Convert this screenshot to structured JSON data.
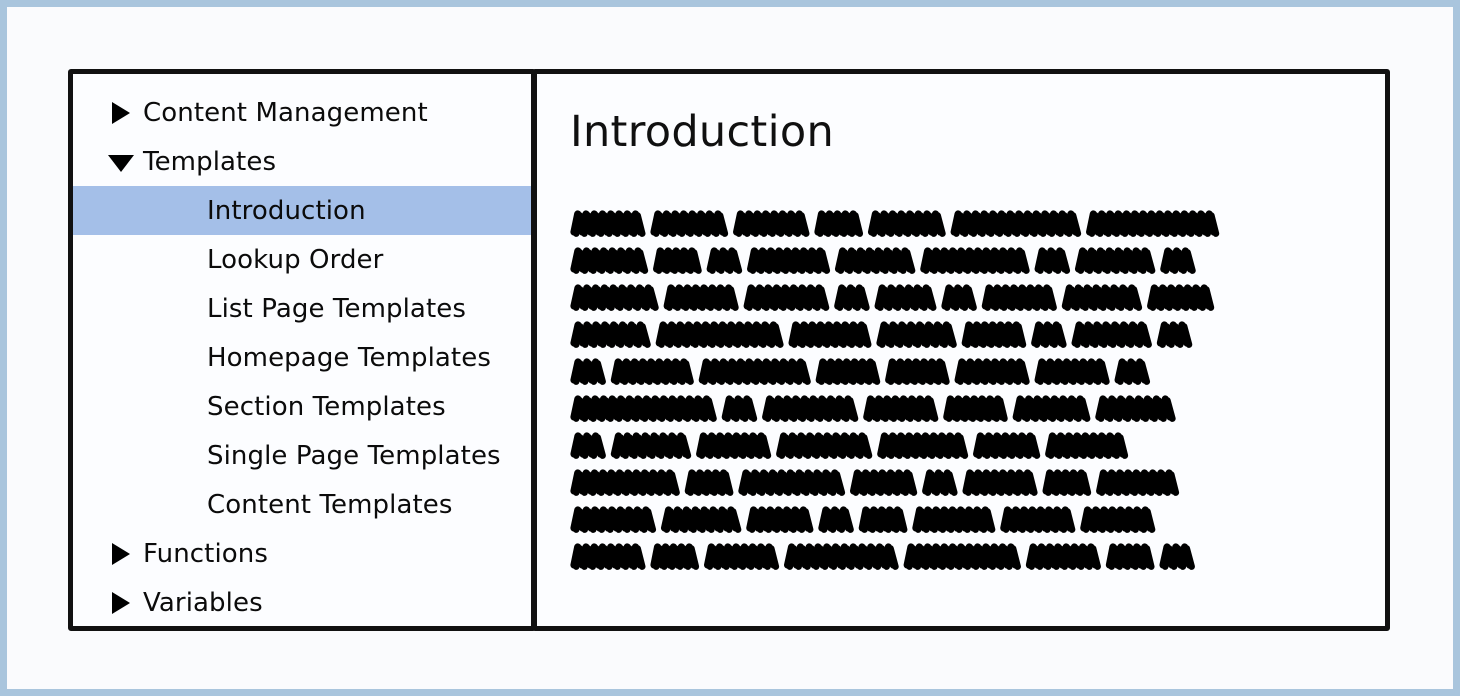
{
  "page": {
    "background_color": "#fafbfd",
    "frame_border_color": "#a9c5dd",
    "panel_border_color": "#111111",
    "selection_color": "#a4bfe8",
    "ink_color": "#000000"
  },
  "sidebar": {
    "name": "documentation-navigation-tree",
    "items": [
      {
        "label": "Content Management",
        "level": 0,
        "disclosure": "triangle-right-icon",
        "expanded": false,
        "selected": false
      },
      {
        "label": "Templates",
        "level": 0,
        "disclosure": "triangle-down-icon",
        "expanded": true,
        "selected": false
      },
      {
        "label": "Introduction",
        "level": 1,
        "disclosure": "none",
        "expanded": false,
        "selected": true
      },
      {
        "label": "Lookup Order",
        "level": 1,
        "disclosure": "none",
        "expanded": false,
        "selected": false
      },
      {
        "label": "List Page Templates",
        "level": 1,
        "disclosure": "none",
        "expanded": false,
        "selected": false
      },
      {
        "label": "Homepage Templates",
        "level": 1,
        "disclosure": "none",
        "expanded": false,
        "selected": false
      },
      {
        "label": "Section Templates",
        "level": 1,
        "disclosure": "none",
        "expanded": false,
        "selected": false
      },
      {
        "label": "Single Page Templates",
        "level": 1,
        "disclosure": "none",
        "expanded": false,
        "selected": false
      },
      {
        "label": "Content Templates",
        "level": 1,
        "disclosure": "none",
        "expanded": false,
        "selected": false
      },
      {
        "label": "Functions",
        "level": 0,
        "disclosure": "triangle-right-icon",
        "expanded": false,
        "selected": false
      },
      {
        "label": "Variables",
        "level": 0,
        "disclosure": "triangle-right-icon",
        "expanded": false,
        "selected": false
      }
    ]
  },
  "content": {
    "title": "Introduction",
    "body_style": "scribble-placeholder",
    "body_note": "Body copy is rendered as illegible hand-drawn zigzag squiggles (greeked placeholder text); no readable words are present.",
    "scribble_lines": [
      [
        5.0,
        5.2,
        5.1,
        3.0,
        5.2,
        9.2,
        9.4
      ],
      [
        5.2,
        3.0,
        2.0,
        5.6,
        5.4,
        7.6,
        2.0,
        5.4,
        2.0
      ],
      [
        6.0,
        5.0,
        5.8,
        2.0,
        4.0,
        2.0,
        5.0,
        5.4,
        4.4
      ],
      [
        5.4,
        9.0,
        5.6,
        5.4,
        4.2,
        2.0,
        5.4,
        2.0
      ],
      [
        2.0,
        5.6,
        7.8,
        4.2,
        4.2,
        5.0,
        5.0,
        2.0
      ],
      [
        10.4,
        2.0,
        6.6,
        5.0,
        4.2,
        5.2,
        5.4
      ],
      [
        2.0,
        5.4,
        5.0,
        6.6,
        6.2,
        4.4,
        5.6
      ],
      [
        7.6,
        3.0,
        7.4,
        4.4,
        2.0,
        5.0,
        3.0,
        5.6
      ],
      [
        5.8,
        5.4,
        4.4,
        2.0,
        3.0,
        5.6,
        5.0,
        5.0
      ],
      [
        5.0,
        3.0,
        5.0,
        8.0,
        8.2,
        5.0,
        3.0,
        2.0
      ]
    ]
  }
}
